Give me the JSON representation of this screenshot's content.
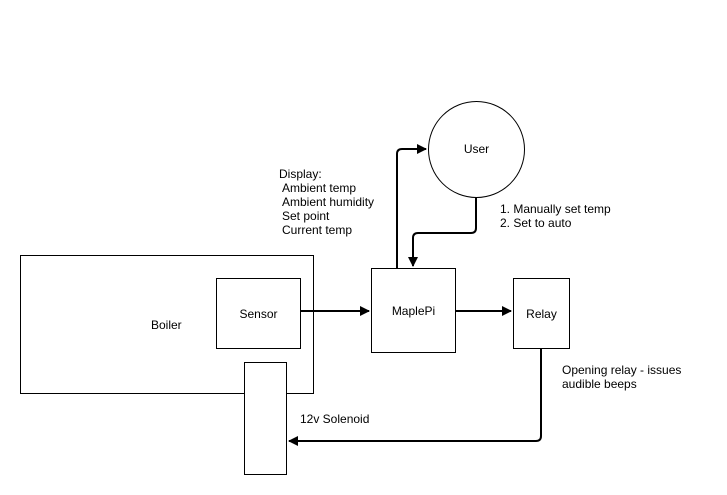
{
  "nodes": {
    "boiler": "Boiler",
    "sensor": "Sensor",
    "maplepi": "MaplePi",
    "relay": "Relay",
    "user": "User",
    "solenoid": "12v Solenoid"
  },
  "annotations": {
    "display": {
      "heading": "Display:",
      "items": [
        "Ambient temp",
        "Ambient humidity",
        "Set point",
        "Current temp"
      ]
    },
    "user_actions": [
      "1. Manually set temp",
      "2. Set to auto"
    ],
    "relay_note": [
      "Opening relay - issues",
      "audible beeps"
    ]
  }
}
